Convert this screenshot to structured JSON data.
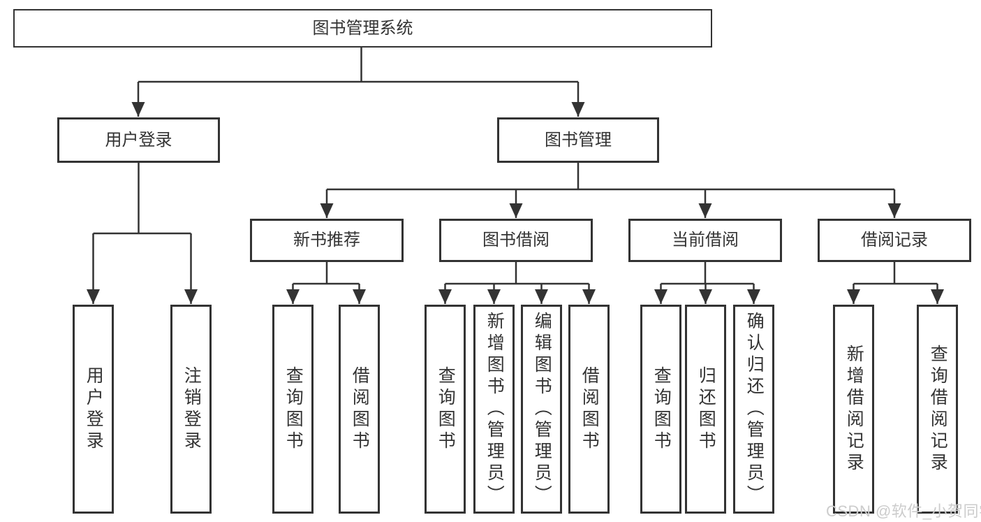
{
  "colors": {
    "line": "#333333",
    "border": "#333333",
    "text": "#333333",
    "background": "#ffffff",
    "watermark_text": "#cccccc"
  },
  "nodes": {
    "root": {
      "label": "图书管理系统"
    },
    "user_login": {
      "label": "用户登录"
    },
    "book_mgmt": {
      "label": "图书管理"
    },
    "new_book_rec": {
      "label": "新书推荐"
    },
    "book_borrow": {
      "label": "图书借阅"
    },
    "current_borrow": {
      "label": "当前借阅"
    },
    "borrow_record": {
      "label": "借阅记录"
    },
    "leaf_login": {
      "label": "用户登录"
    },
    "leaf_logout": {
      "label": "注销登录"
    },
    "leaf_nbr_query": {
      "label": "查询图书"
    },
    "leaf_nbr_borrow": {
      "label": "借阅图书"
    },
    "leaf_bb_query": {
      "label": "查询图书"
    },
    "leaf_bb_add": {
      "label": "新增图书（管理员）"
    },
    "leaf_bb_edit": {
      "label": "编辑图书（管理员）"
    },
    "leaf_bb_borrow": {
      "label": "借阅图书"
    },
    "leaf_cb_query": {
      "label": "查询图书"
    },
    "leaf_cb_return": {
      "label": "归还图书"
    },
    "leaf_cb_confirm": {
      "label": "确认归还（管理员）"
    },
    "leaf_br_add": {
      "label": "新增借阅记录"
    },
    "leaf_br_query": {
      "label": "查询借阅记录"
    }
  },
  "hierarchy": {
    "图书管理系统": {
      "用户登录": [
        "用户登录",
        "注销登录"
      ],
      "图书管理": {
        "新书推荐": [
          "查询图书",
          "借阅图书"
        ],
        "图书借阅": [
          "查询图书",
          "新增图书（管理员）",
          "编辑图书（管理员）",
          "借阅图书"
        ],
        "当前借阅": [
          "查询图书",
          "归还图书",
          "确认归还（管理员）"
        ],
        "借阅记录": [
          "新增借阅记录",
          "查询借阅记录"
        ]
      }
    }
  },
  "watermark": {
    "text": "CSDN @软件_小贺同学"
  }
}
